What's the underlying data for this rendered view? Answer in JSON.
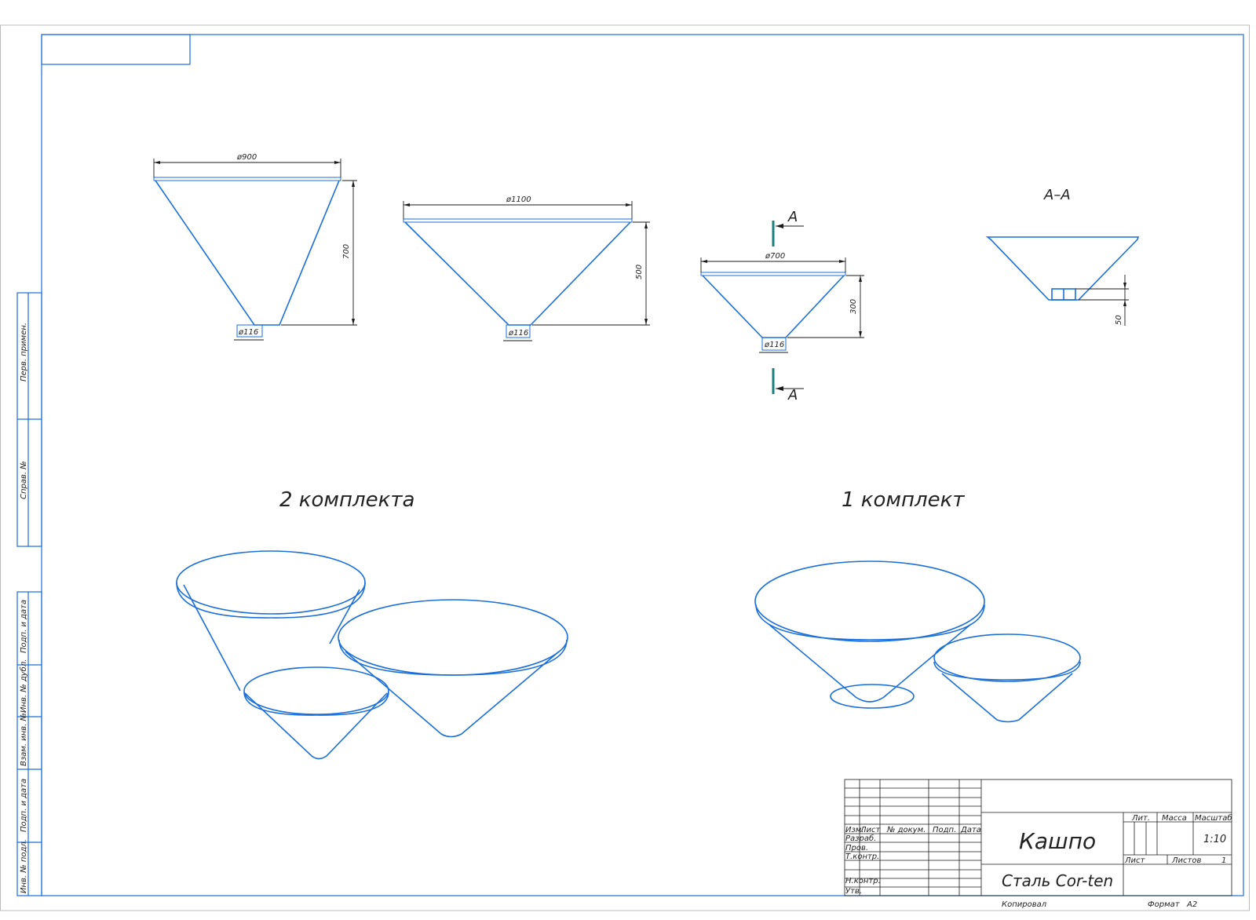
{
  "title_block": {
    "name": "Кашпо",
    "material": "Сталь Cor-ten",
    "scale": "1:10",
    "copied": "Копировал",
    "format_label": "Формат",
    "format": "A2",
    "headers": {
      "lit": "Лит.",
      "mass": "Масса",
      "scale_label": "Масштаб",
      "sheet": "Лист",
      "sheets": "Листов",
      "sheets_count": "1"
    },
    "row_labels": {
      "izm": "Изм.",
      "list": "Лист",
      "doc": "№ докум.",
      "sign": "Подп.",
      "date": "Дата",
      "razrab": "Разраб.",
      "prov": "Пров.",
      "tkontr": "Т.контр.",
      "nkontr": "Н.контр.",
      "utv": "Утв."
    }
  },
  "side_stamp": {
    "perv": "Перв. примен.",
    "sprav": "Справ. №",
    "podp1": "Подп. и дата",
    "inv_dubl": "Инв. № дубл.",
    "vzam": "Взам. инв. №",
    "podp2": "Подп. и дата",
    "inv_podl": "Инв. № подл."
  },
  "views": {
    "cone1": {
      "top_dim": "ø900",
      "height_dim": "700",
      "bottom_dim": "ø116"
    },
    "cone2": {
      "top_dim": "ø1100",
      "height_dim": "500",
      "bottom_dim": "ø116"
    },
    "cone3": {
      "top_dim": "ø700",
      "height_dim": "300",
      "bottom_dim": "ø116"
    },
    "section_mark": "A",
    "section_title": "А–А",
    "section_dim": "50"
  },
  "labels": {
    "set2": "2 комплекта",
    "set1": "1 комплект"
  },
  "colors": {
    "line": "#1a6fd8",
    "dimension": "#1a1a1a",
    "section_marker": "#1a7f7f"
  }
}
